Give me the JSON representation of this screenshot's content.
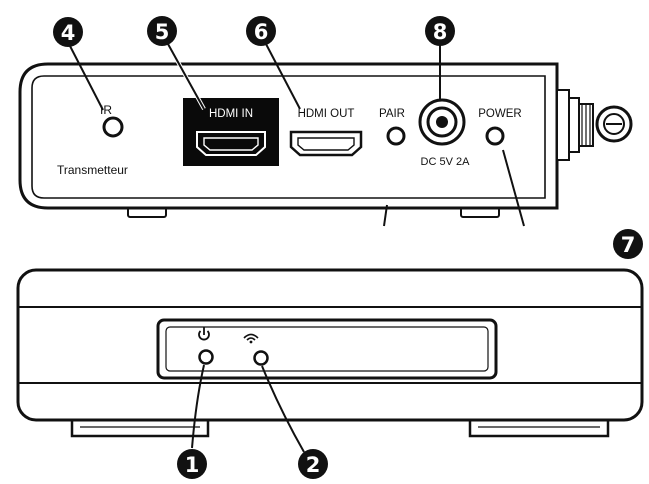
{
  "rear_panel": {
    "ir_label": "IR",
    "transmitter_label": "Transmetteur",
    "hdmi_in_label": "HDMI IN",
    "hdmi_out_label": "HDMI OUT",
    "pair_label": "PAIR",
    "power_label": "POWER",
    "dc_label": "DC 5V 2A"
  },
  "callouts": {
    "c1": "1",
    "c2": "2",
    "c4": "4",
    "c5": "5",
    "c6": "6",
    "c7": "7",
    "c8": "8"
  },
  "front_panel": {
    "led_power_icon": "power-icon",
    "led_link_icon": "wireless-signal-icon"
  },
  "colors": {
    "ink": "#111111",
    "hdmi_in_fill": "#0a0a0a",
    "background": "#ffffff"
  }
}
